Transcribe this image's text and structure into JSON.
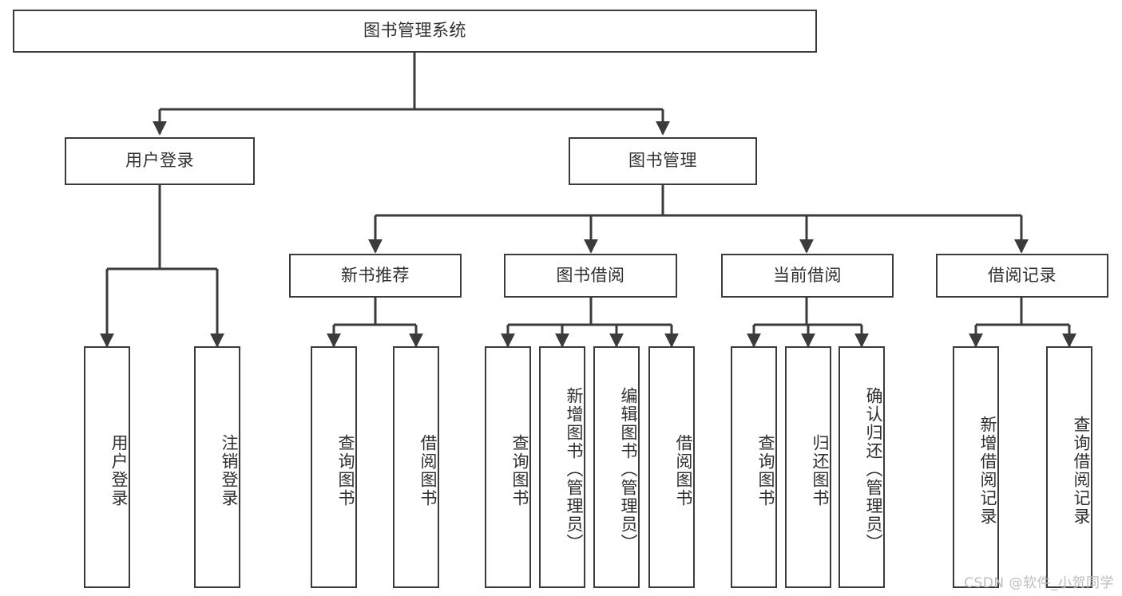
{
  "diagram": {
    "type": "tree",
    "title": "图书管理系统",
    "orientation": "top-down",
    "colors": {
      "background": "#ffffff",
      "stroke": "#3b3b3b",
      "text": "#2f2f2f",
      "watermark": "#bdbdbd"
    },
    "root": {
      "label": "图书管理系统"
    },
    "level2": [
      {
        "label": "用户登录"
      },
      {
        "label": "图书管理"
      }
    ],
    "level3": [
      {
        "label": "新书推荐"
      },
      {
        "label": "图书借阅"
      },
      {
        "label": "当前借阅"
      },
      {
        "label": "借阅记录"
      }
    ],
    "leaves": {
      "user_login": [
        {
          "label": "用户登录"
        },
        {
          "label": "注销登录"
        }
      ],
      "new_book": [
        {
          "label": "查询图书"
        },
        {
          "label": "借阅图书"
        }
      ],
      "book_borrow": [
        {
          "label": "查询图书"
        },
        {
          "label": "新增图书（管理员）"
        },
        {
          "label": "编辑图书（管理员）"
        },
        {
          "label": "借阅图书"
        }
      ],
      "current_borrow": [
        {
          "label": "查询图书"
        },
        {
          "label": "归还图书"
        },
        {
          "label": "确认归还（管理员）"
        }
      ],
      "borrow_record": [
        {
          "label": "新增借阅记录"
        },
        {
          "label": "查询借阅记录"
        }
      ]
    }
  },
  "watermark": {
    "text": "CSDN @软件_小贺同学"
  }
}
